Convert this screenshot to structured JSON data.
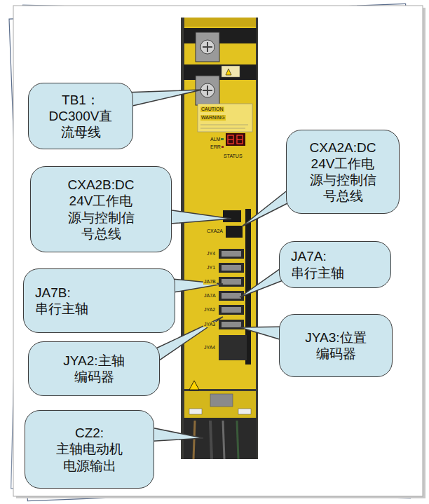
{
  "diagram": {
    "nodes": [
      {
        "text": [
          "TB1： DC300V直 流母线"
        ]
      },
      {
        "text": [
          "CXA2A:DC 24V工作电 源与控制信 号总线"
        ]
      },
      {
        "text": [
          "CXA2B:DC 24V工作电 源与控制信 号总线"
        ]
      },
      {
        "text": [
          "JA7A: 串行主轴"
        ]
      },
      {
        "text": [
          "JA7B: 串行主轴"
        ]
      },
      {
        "text": [
          "JYA3:位置 编码器"
        ]
      },
      {
        "text": [
          "JYA2:主轴 编码器"
        ]
      },
      {
        "text": [
          "CZ2: 主轴电动机 电源输出"
        ]
      }
    ],
    "labels": [
      "CAUTION",
      "WARNING",
      "ALM",
      "ERR",
      "STATUS",
      "CXA2A",
      "JY4",
      "JY1",
      "JA7B",
      "JA7A",
      "JYA2",
      "JYA3",
      "JYA4"
    ]
  }
}
